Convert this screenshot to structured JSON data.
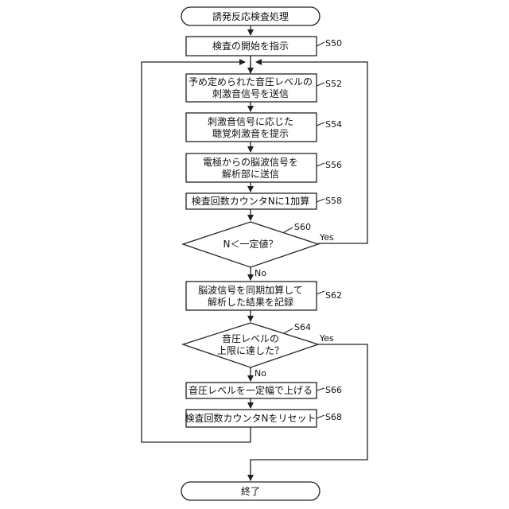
{
  "start": {
    "label": "誘発反応検査処理"
  },
  "end": {
    "label": "終了"
  },
  "steps": [
    {
      "id": "S50",
      "lines": [
        "検査の開始を指示"
      ]
    },
    {
      "id": "S52",
      "lines": [
        "予め定められた音圧レベルの",
        "刺激音信号を送信"
      ]
    },
    {
      "id": "S54",
      "lines": [
        "刺激音信号に応じた",
        "聴覚刺激音を提示"
      ]
    },
    {
      "id": "S56",
      "lines": [
        "電極からの脳波信号を",
        "解析部に送信"
      ]
    },
    {
      "id": "S58",
      "lines": [
        "検査回数カウンタNに1加算"
      ]
    },
    {
      "id": "S62",
      "lines": [
        "脳波信号を同期加算して",
        "解析した結果を記録"
      ]
    },
    {
      "id": "S66",
      "lines": [
        "音圧レベルを一定幅で上げる"
      ]
    },
    {
      "id": "S68",
      "lines": [
        "検査回数カウンタNをリセット"
      ]
    }
  ],
  "decisions": [
    {
      "id": "S60",
      "lines": [
        "N＜一定値？"
      ],
      "yes": "Yes",
      "no": "No"
    },
    {
      "id": "S64",
      "lines": [
        "音圧レベルの",
        "上限に達した？"
      ],
      "yes": "Yes",
      "no": "No"
    }
  ]
}
